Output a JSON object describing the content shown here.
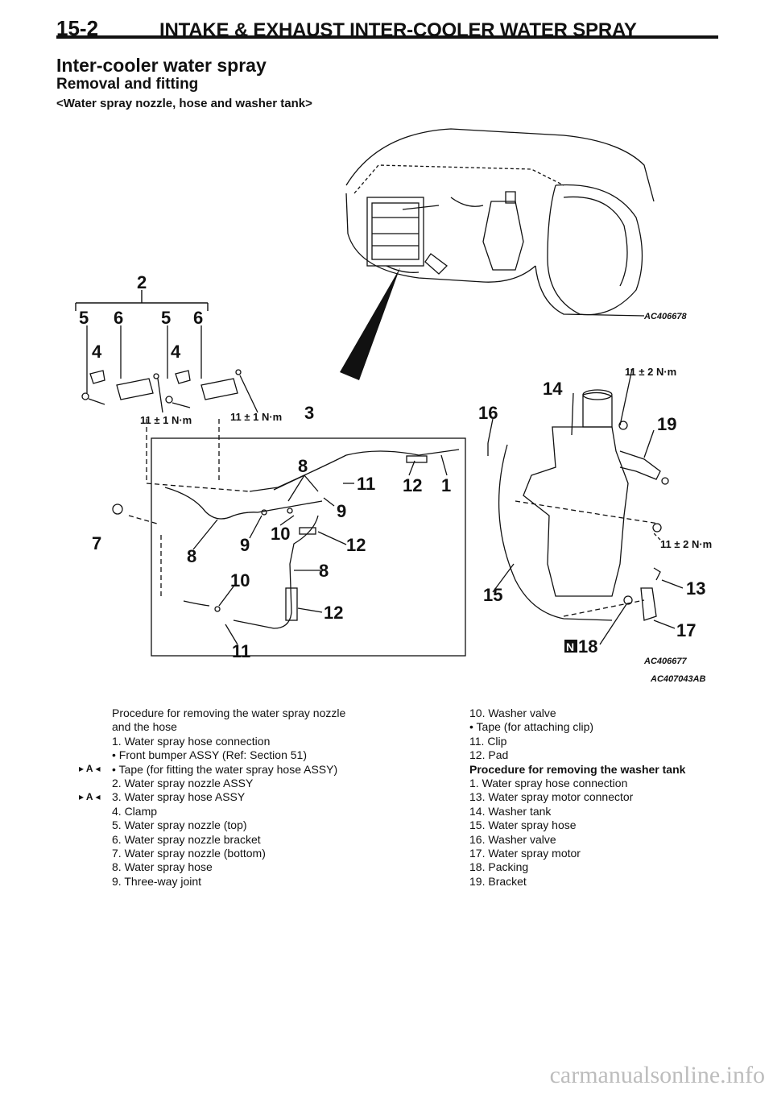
{
  "header": {
    "page_number": "15-2",
    "section_title": "INTAKE & EXHAUST INTER-COOLER WATER SPRAY"
  },
  "headings": {
    "title": "Inter-cooler water spray",
    "subtitle": "Removal and fitting",
    "scope": "<Water spray nozzle, hose and washer tank>"
  },
  "figure": {
    "callouts": [
      "2",
      "5",
      "6",
      "5",
      "6",
      "4",
      "4",
      "3",
      "8",
      "11",
      "12",
      "1",
      "9",
      "10",
      "12",
      "7",
      "8",
      "9",
      "8",
      "10",
      "12",
      "11",
      "14",
      "16",
      "19",
      "15",
      "13",
      "17",
      "18"
    ],
    "torques": [
      "11 ± 1 N·m",
      "11 ± 1 N·m",
      "11 ± 2 N·m",
      "11 ± 2 N·m"
    ],
    "codes": [
      "AC406678",
      "AC406677",
      "AC407043AB"
    ],
    "new_part_mark": "N"
  },
  "procedure_left": {
    "rows": [
      "Procedure for removing the water spray nozzle",
      "and the hose",
      "1.  Water spray hose connection",
      "•  Front bumper ASSY (Ref: Section 51)",
      "•  Tape (for fitting the water spray hose ASSY)",
      "2.  Water spray nozzle ASSY",
      "3.  Water spray hose ASSY",
      "4.  Clamp",
      "5.  Water spray nozzle (top)",
      "6.  Water spray nozzle bracket",
      "7.  Water spray nozzle (bottom)",
      "8.  Water spray hose",
      "9.  Three-way joint"
    ],
    "markers": [
      "A",
      "A"
    ]
  },
  "procedure_right": {
    "rows": [
      "10. Washer valve",
      "•  Tape (for attaching clip)",
      "11. Clip",
      "12. Pad",
      "Procedure for removing the washer tank",
      "1.   Water spray hose connection",
      "13. Water spray motor connector",
      "14. Washer tank",
      "15. Water spray hose",
      "16. Washer valve",
      "17. Water spray motor",
      "18. Packing",
      "19. Bracket"
    ]
  },
  "footer": {
    "watermark": "carmanualsonline.info"
  }
}
